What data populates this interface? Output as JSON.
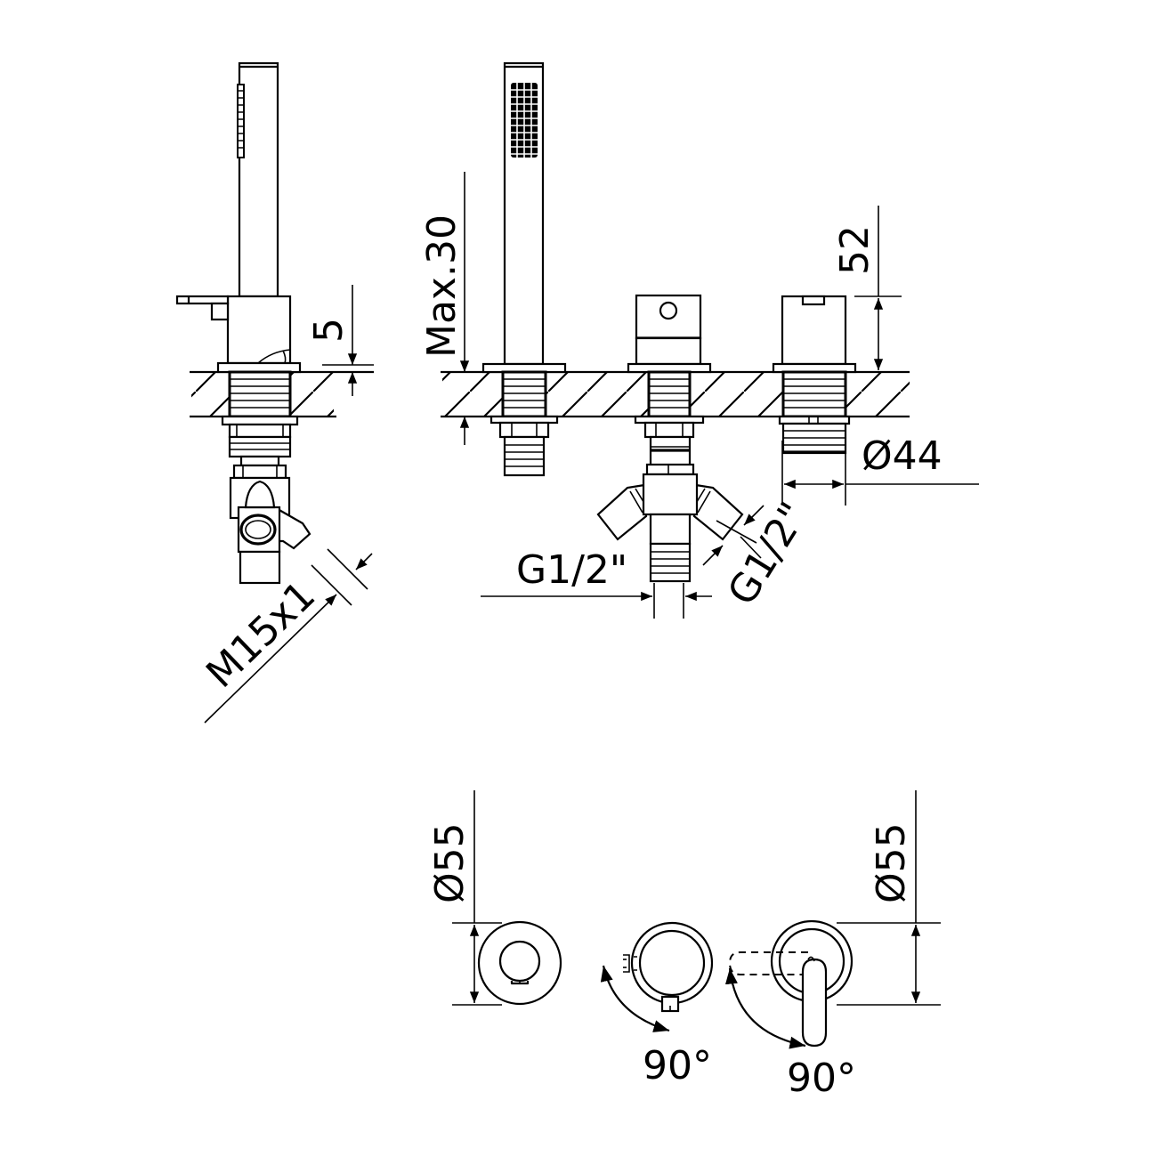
{
  "drawing": {
    "title": "Deck-mounted bath/shower mixer – technical drawing",
    "colors": {
      "line": "#000000",
      "background": "#ffffff"
    }
  },
  "side_view": {
    "dim_deck_offset": "5",
    "dim_thread": "M15x1"
  },
  "front_view": {
    "dim_deck_thickness": "Max.30",
    "dim_spout_height": "52",
    "dim_body_diameter": "Ø44",
    "dim_inlet_bottom": "G1/2\"",
    "dim_inlet_side": "G1/2\""
  },
  "top_view": {
    "dim_left_rosette": "Ø55",
    "dim_right_rosette": "Ø55",
    "rotation_middle": "90°",
    "rotation_right": "90°"
  }
}
